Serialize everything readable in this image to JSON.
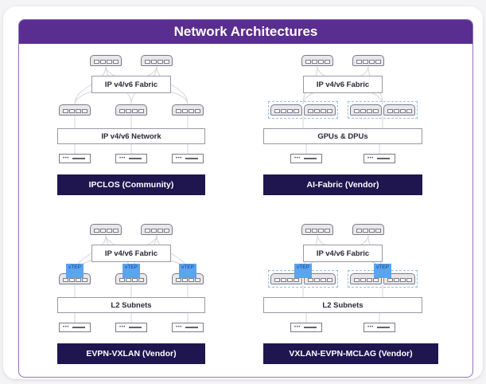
{
  "title": "Network Architectures",
  "colors": {
    "title_bar": "#5a2d91",
    "label_bar": "#1f1650",
    "vtep": "#5aa4f0",
    "frame_border": "#8a73bf"
  },
  "panels": [
    {
      "id": "ipclos",
      "fabric_label": "IP v4/v6 Fabric",
      "middle_label": "IP v4/v6 Network",
      "footer_label": "IPCLOS (Community)",
      "spine_count": 2,
      "leaf_count": 3,
      "server_count": 3,
      "leaf_icon": "switch-icon",
      "vtep": false,
      "mclag": false
    },
    {
      "id": "ai-fabric",
      "fabric_label": "IP v4/v6 Fabric",
      "middle_label": "GPUs & DPUs",
      "footer_label": "AI-Fabric (Vendor)",
      "spine_count": 2,
      "leaf_count": 2,
      "server_count": 2,
      "leaf_icon": "switch-pair-icon",
      "vtep": false,
      "mclag": true
    },
    {
      "id": "evpn-vxlan",
      "fabric_label": "IP v4/v6 Fabric",
      "middle_label": "L2 Subnets",
      "footer_label": "EVPN-VXLAN  (Vendor)",
      "spine_count": 2,
      "leaf_count": 3,
      "server_count": 3,
      "leaf_icon": "switch-icon",
      "vtep": true,
      "vtep_label": "vTEP",
      "mclag": false
    },
    {
      "id": "vxlan-evpn-mclag",
      "fabric_label": "IP v4/v6 Fabric",
      "middle_label": "L2 Subnets",
      "footer_label": "VXLAN-EVPN-MCLAG (Vendor)",
      "spine_count": 2,
      "leaf_count": 2,
      "server_count": 2,
      "leaf_icon": "switch-pair-icon",
      "vtep": true,
      "vtep_label": "vTEP",
      "mclag": true
    }
  ],
  "icons": {
    "spine": "switch-icon",
    "server": "server-icon",
    "vtep": "vtep-badge"
  }
}
